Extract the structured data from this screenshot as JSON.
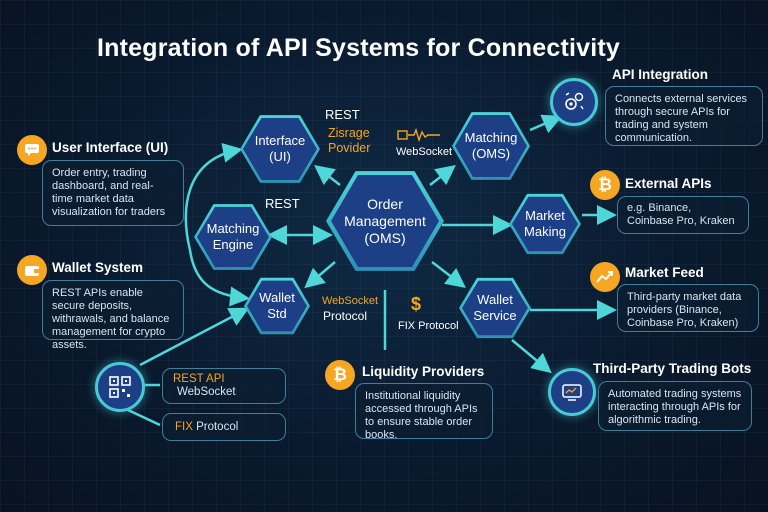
{
  "title": "Integration of API Systems for Connectivity",
  "nodes": {
    "oms": "Order Management (OMS)",
    "interface": "Interface (UI)",
    "matching_oms": "Matching (OMS)",
    "matching_engine": "Matching Engine",
    "market_making": "Market Making",
    "wallet_std": "Wallet Std",
    "wallet_service": "Wallet Service"
  },
  "edge_labels": {
    "rest_top": "REST",
    "zisrage_provider": "Zisrage Povider",
    "websocket_top": "WebSocket",
    "rest_mid": "REST",
    "websocket_lower": "WebSocket",
    "protocol": "Protocol",
    "fix_protocol": "FIX Protocol",
    "fix_icon": "$"
  },
  "left_panels": [
    {
      "heading": "User Interface (UI)",
      "icon": "chat-icon",
      "text": "Order entry, trading dashboard, and real-time market data visualization for traders"
    },
    {
      "heading": "Wallet System",
      "icon": "wallet-icon",
      "text": "REST APIs enable secure deposits, withrawals, and balance management for crypto assets."
    }
  ],
  "right_panels": [
    {
      "heading": "API Integration",
      "icon": "api-gear-icon",
      "text": "Connects external services through secure APIs for trading and system communication."
    },
    {
      "heading": "External APIs",
      "icon": "bitcoin-icon",
      "text": "e.g. Binance, Coinbase Pro, Kraken"
    },
    {
      "heading": "Market Feed",
      "icon": "chart-arrows-icon",
      "text": "Third-party market data providers (Binance, Coinbase Pro, Kraken)"
    },
    {
      "heading": "Third-Party Trading Bots",
      "icon": "bot-icon",
      "text": "Automated trading systems interacting through APIs for algorithmic trading."
    }
  ],
  "liquidity": {
    "heading": "Liquidity Providers",
    "icon": "bitcoin-icon",
    "text": "Institutional liquidity accessed through APIs to ensure stable order books."
  },
  "protocols": {
    "rest_api": "REST API",
    "websocket": "WebSocket",
    "fix": "FIX",
    "fix_rest": " Protocol"
  },
  "colors": {
    "accent": "#49c9d6",
    "node": "#1d3f86",
    "orange": "#f5a623",
    "background": "#0a1a2e"
  }
}
